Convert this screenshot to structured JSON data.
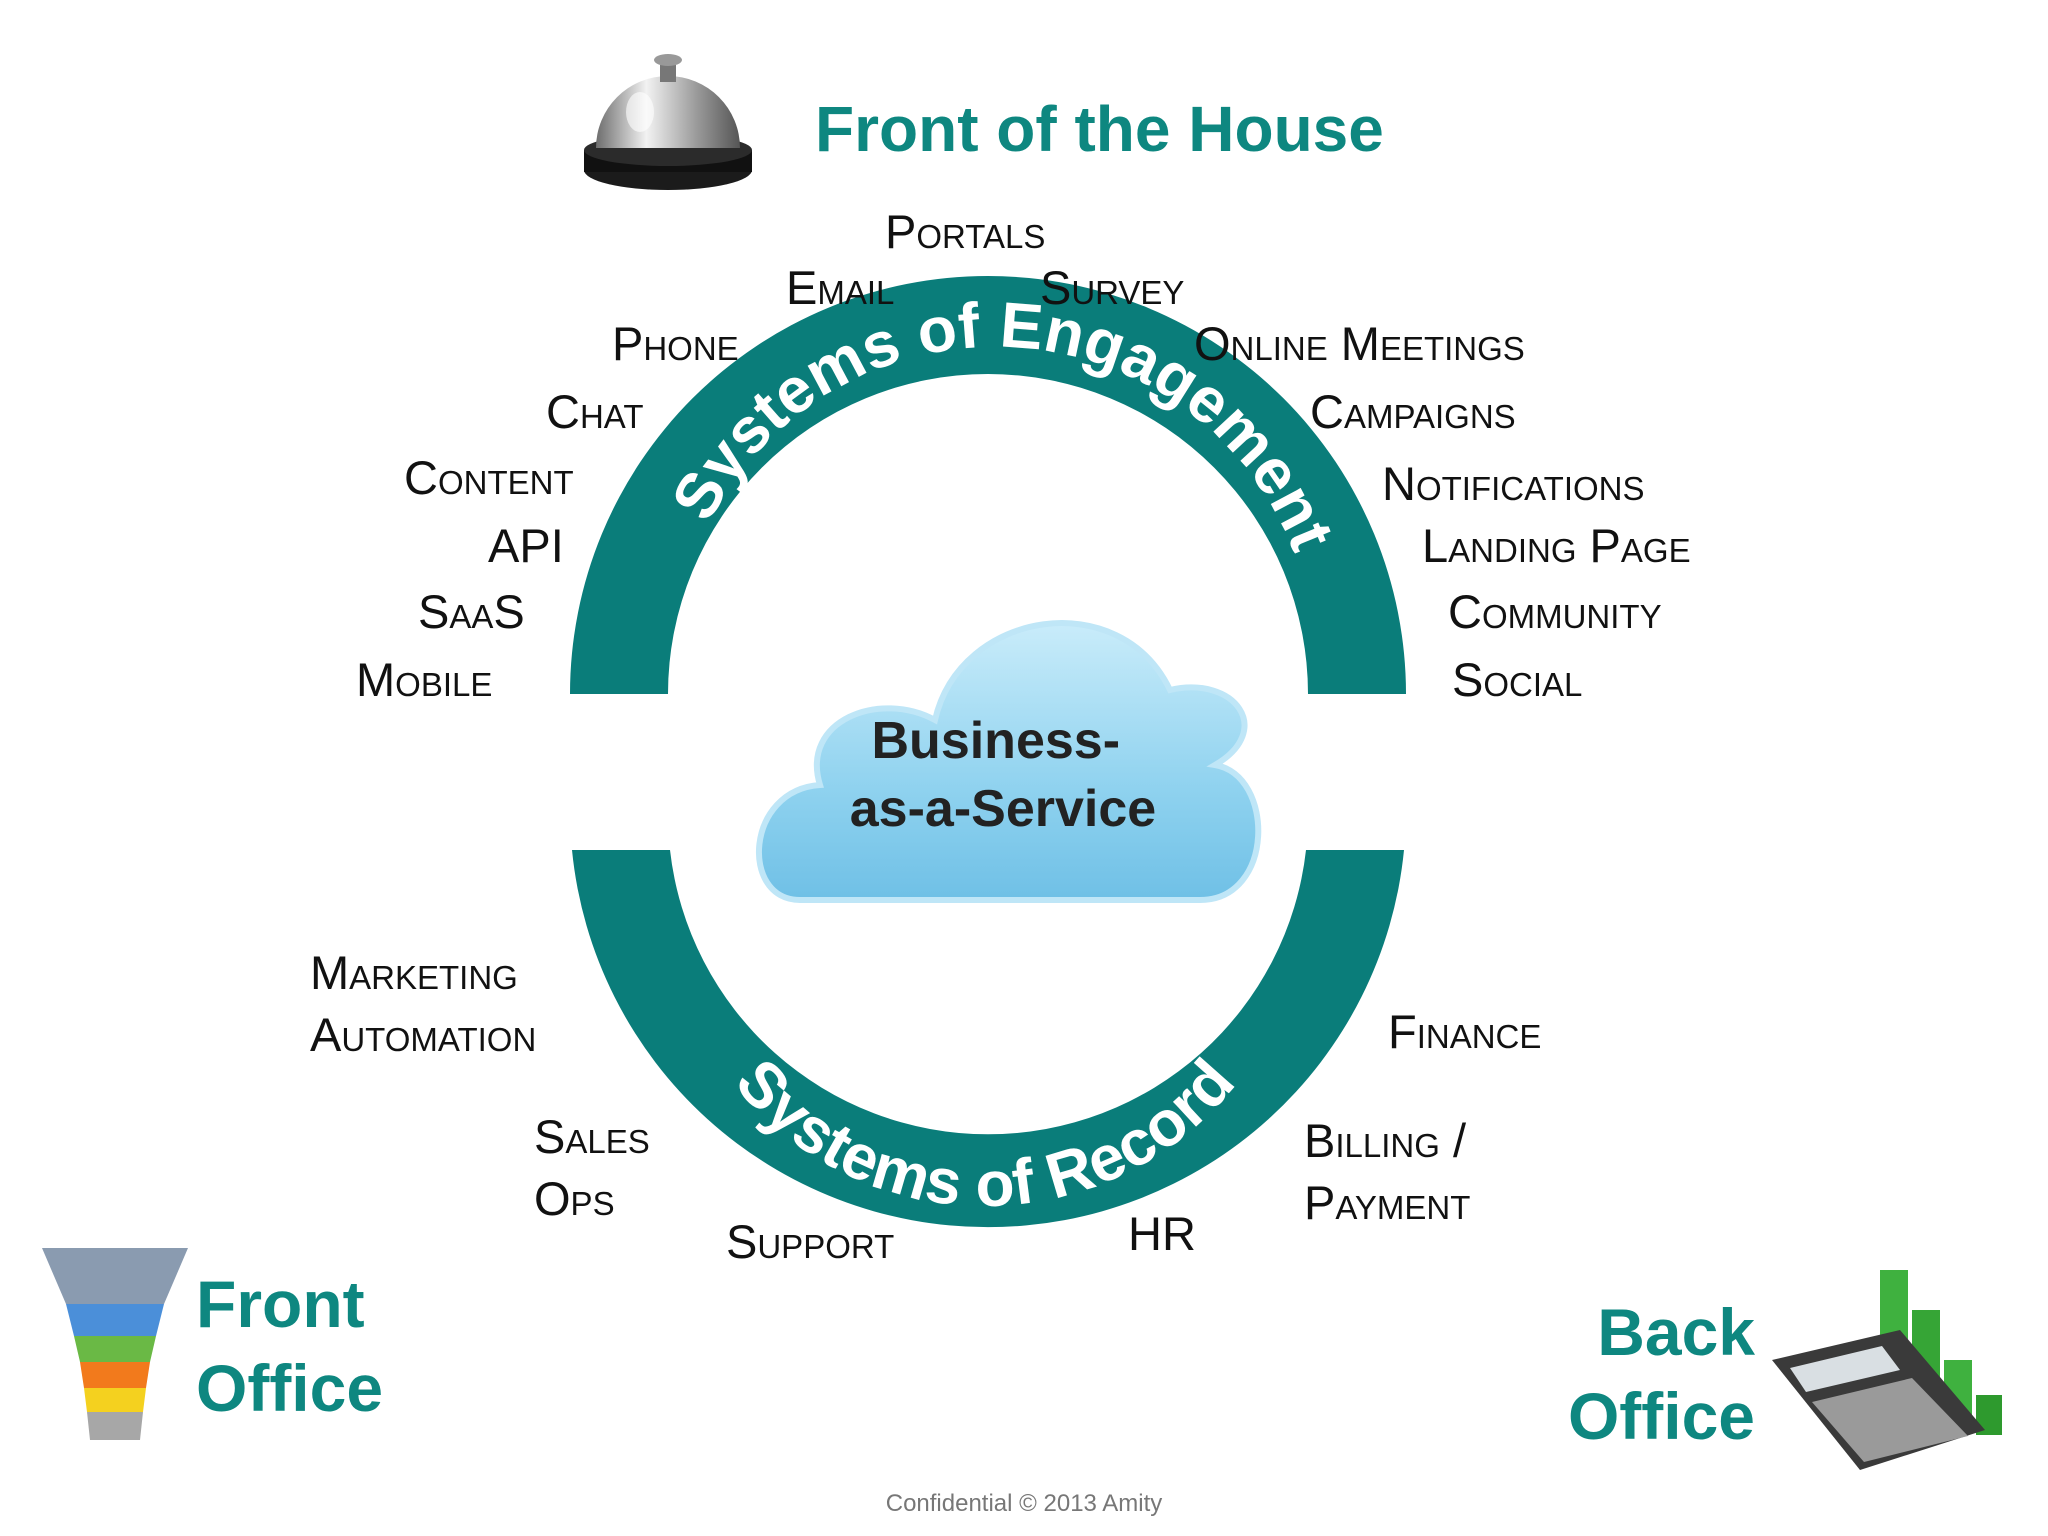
{
  "headings": {
    "front_of_house": "Front of the House",
    "front_office": [
      "Front",
      "Office"
    ],
    "back_office": [
      "Back",
      "Office"
    ]
  },
  "arcs": {
    "top": "Systems of Engagement",
    "bottom": "Systems of Record"
  },
  "center": {
    "lines": [
      "Business-",
      "as-a-Service"
    ]
  },
  "engagement_channels": [
    "Portals",
    "Email",
    "Survey",
    "Phone",
    "Online Meetings",
    "Chat",
    "Campaigns",
    "Content",
    "Notifications",
    "API",
    "Landing Page",
    "SaaS",
    "Community",
    "Mobile",
    "Social"
  ],
  "record_systems": {
    "marketing_automation": [
      "Marketing",
      "Automation"
    ],
    "sales_ops": [
      "Sales",
      "Ops"
    ],
    "support": "Support",
    "hr": "HR",
    "finance": "Finance",
    "billing_payment": [
      "Billing /",
      "Payment"
    ]
  },
  "footer": "Confidential © 2013 Amity",
  "icons": {
    "bell": "service-bell-icon",
    "funnel": "sales-funnel-icon",
    "calculator": "calculator-chart-icon"
  },
  "colors": {
    "teal": "#0e8780",
    "ring": "#0a7d7a",
    "cloud": "#8dd0ee"
  }
}
